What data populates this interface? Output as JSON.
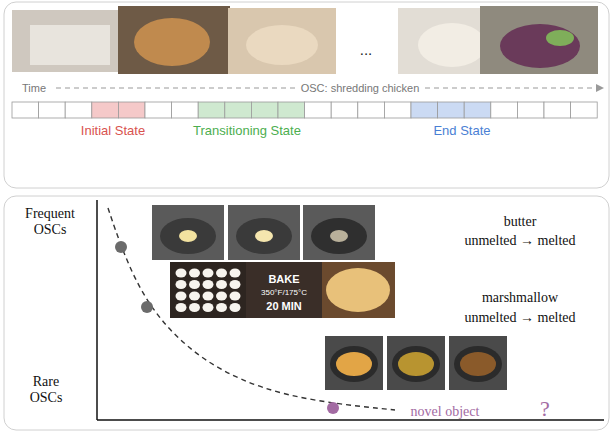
{
  "diagram": {
    "labels": [
      "Time",
      "OSC: shredding chicken",
      "...",
      "Initial State",
      "Transitioning State",
      "End State",
      "Frequent OSCs",
      "Rare OSCs",
      "butter",
      "unmelted → melted",
      "marshmallow",
      "unmelted → melted",
      "BAKE",
      "350°F/175°C",
      "20 MIN",
      "novel object",
      "?"
    ]
  }
}
